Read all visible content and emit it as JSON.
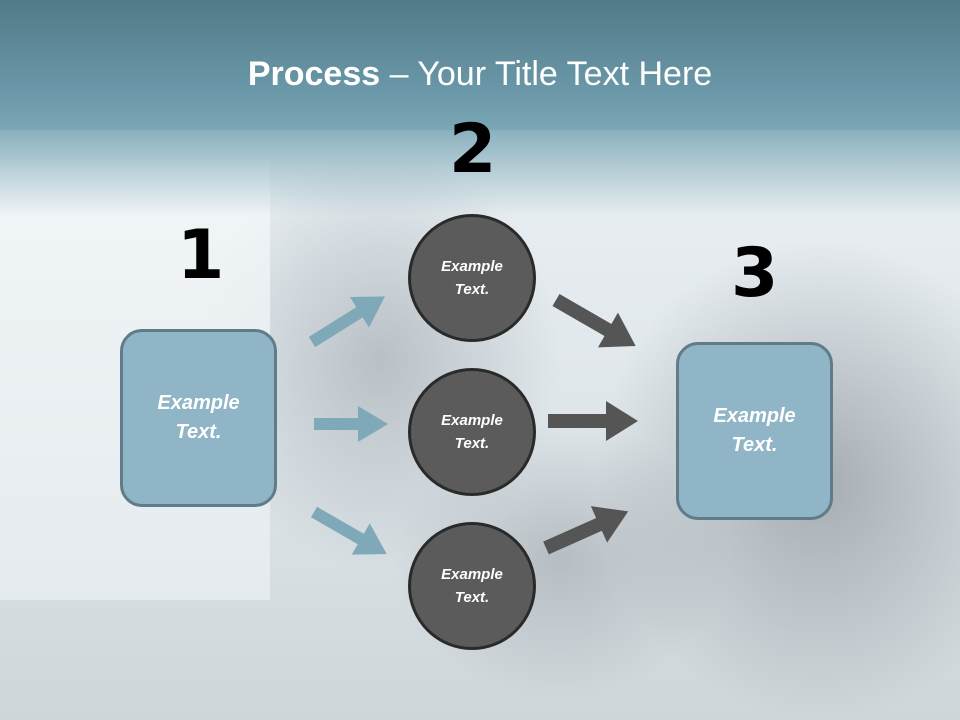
{
  "slide": {
    "title_bold": "Process",
    "title_rest": " – Your Title Text Here",
    "colors": {
      "header": "#6a98a8",
      "box_fill": "#8fb5c6",
      "box_border": "#5f7c88",
      "circle_fill": "#5b5b5b",
      "circle_border": "#2a2a2a",
      "left_arrows": "#7fa9b8",
      "right_arrows": "#555555"
    }
  },
  "steps": {
    "one": {
      "number": "1",
      "text": "Example Text."
    },
    "two": {
      "number": "2",
      "circles": [
        "Example Text.",
        "Example Text.",
        "Example Text."
      ]
    },
    "three": {
      "number": "3",
      "text": "Example Text."
    }
  }
}
